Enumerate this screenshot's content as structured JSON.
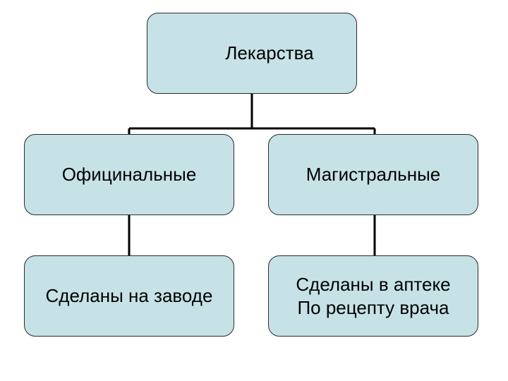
{
  "diagram": {
    "root": {
      "label": "Лекарства"
    },
    "children": [
      {
        "label": "Официнальные",
        "detail": "Сделаны на заводе"
      },
      {
        "label": "Магистральные",
        "detail": "Сделаны в аптеке\nПо рецепту врача"
      }
    ],
    "colors": {
      "box_fill": "#c6e2e6",
      "box_border": "#2b2b2b",
      "connector": "#000000"
    }
  }
}
